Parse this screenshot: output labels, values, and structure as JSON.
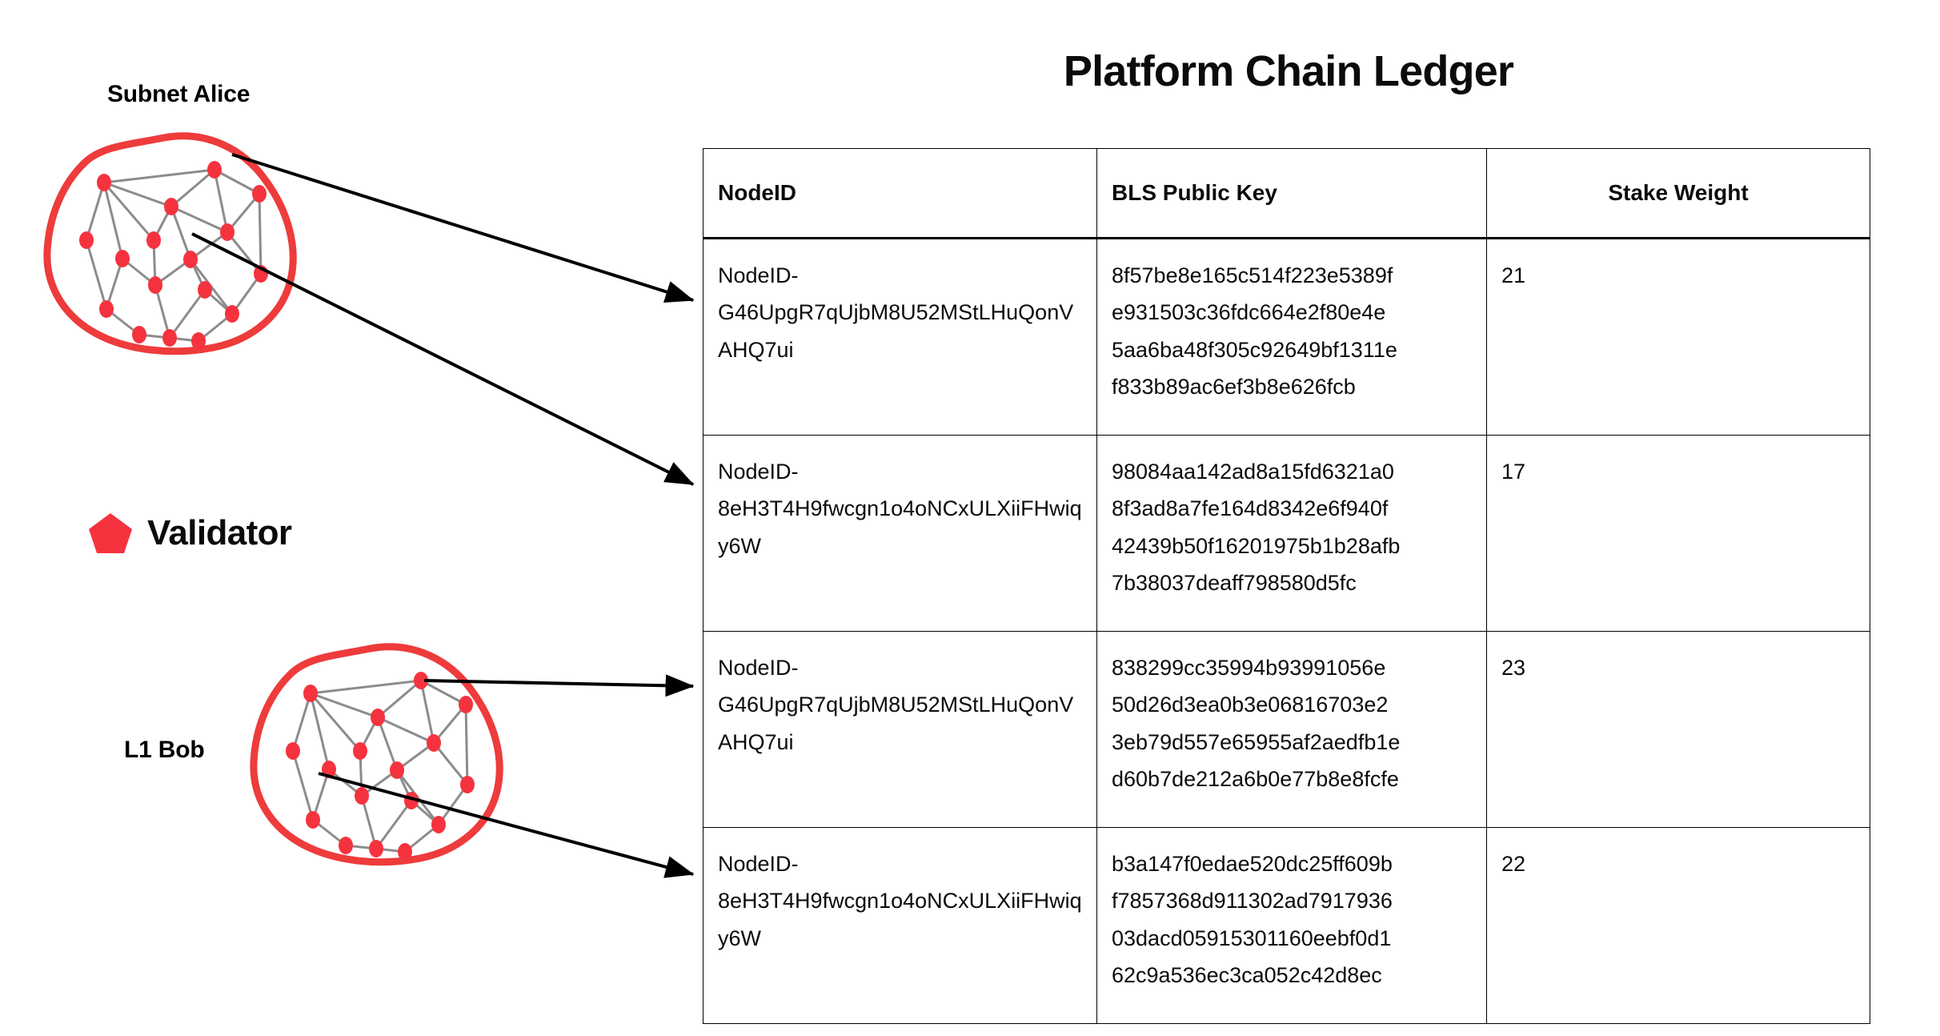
{
  "title": "Platform Chain Ledger",
  "colors": {
    "validator_red": "#F5333F",
    "blob_outline": "#EE3B3B",
    "edge_gray": "#8C8C8C",
    "arrow_black": "#000000",
    "text": "#0b0b0b"
  },
  "legend": {
    "icon": "pentagon-icon",
    "label": "Validator"
  },
  "networks": [
    {
      "id": "subnet-alice",
      "label": "Subnet Alice"
    },
    {
      "id": "l1-bob",
      "label": "L1 Bob"
    }
  ],
  "table": {
    "columns": [
      "NodeID",
      "BLS Public Key",
      "Stake Weight"
    ],
    "rows": [
      {
        "nodeid_prefix": "NodeID-",
        "nodeid_body": "G46UpgR7qUjbM8U52MStLHuQonVAHQ7ui",
        "bls_lines": [
          "8f57be8e165c514f223e5389f",
          "e931503c36fdc664e2f80e4e",
          "5aa6ba48f305c92649bf1311e",
          "f833b89ac6ef3b8e626fcb"
        ],
        "stake_weight": "21"
      },
      {
        "nodeid_prefix": "NodeID-",
        "nodeid_body": "8eH3T4H9fwcgn1o4oNCxULXiiFHwiqy6W",
        "bls_lines": [
          "98084aa142ad8a15fd6321a0",
          "8f3ad8a7fe164d8342e6f940f",
          "42439b50f16201975b1b28afb",
          "7b38037deaff798580d5fc"
        ],
        "stake_weight": "17"
      },
      {
        "nodeid_prefix": "NodeID-",
        "nodeid_body": "G46UpgR7qUjbM8U52MStLHuQonVAHQ7ui",
        "bls_lines": [
          "838299cc35994b93991056e",
          "50d26d3ea0b3e06816703e2",
          "3eb79d557e65955af2aedfb1e",
          "d60b7de212a6b0e77b8e8fcfe"
        ],
        "stake_weight": "23"
      },
      {
        "nodeid_prefix": "NodeID-",
        "nodeid_body": "8eH3T4H9fwcgn1o4oNCxULXiiFHwiqy6W",
        "bls_lines": [
          "b3a147f0edae520dc25ff609b",
          "f7857368d911302ad7917936",
          "03dacd05915301160eebf0d1",
          "62c9a536ec3ca052c42d8ec"
        ],
        "stake_weight": "22"
      }
    ]
  }
}
